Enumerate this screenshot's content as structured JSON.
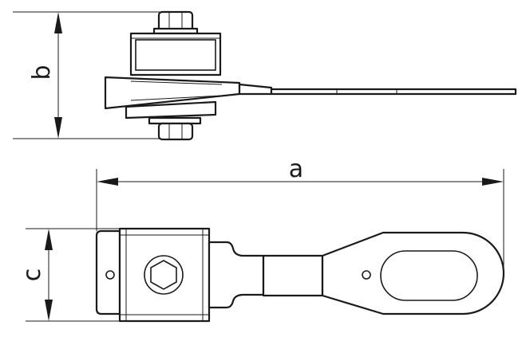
{
  "dimensions": {
    "a": "a",
    "b": "b",
    "c": "c"
  }
}
